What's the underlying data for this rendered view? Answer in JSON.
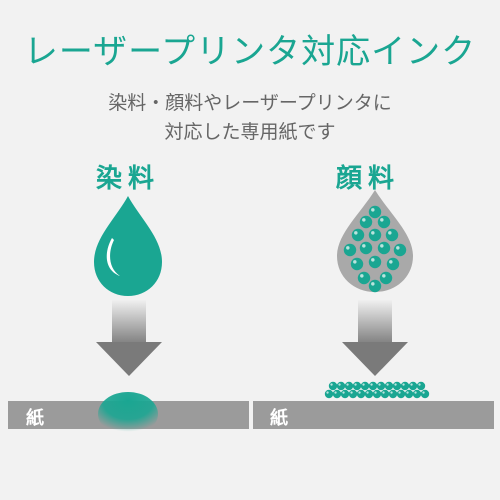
{
  "title": "レーザープリンタ対応インク",
  "subtitle_line1": "染料・顔料やレーザープリンタに",
  "subtitle_line2": "対応した専用紙です",
  "dye": {
    "label": "染料",
    "paper": "紙"
  },
  "pigment": {
    "label": "顔料",
    "paper": "紙"
  },
  "colors": {
    "accent": "#1aa692",
    "pigment_drop": "#a9a9a9",
    "paper_bar": "#9b9b9b",
    "background": "#f2f2f2"
  },
  "icons": [
    "dye-drop-icon",
    "pigment-drop-icon",
    "down-arrow-icon"
  ]
}
